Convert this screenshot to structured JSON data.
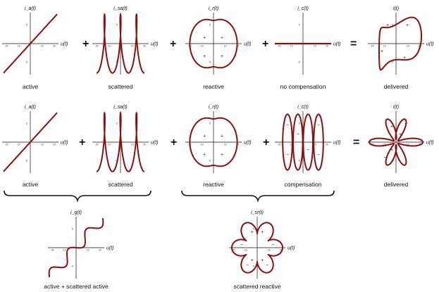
{
  "colors": {
    "curve": "#8b1010",
    "axis": "#111111"
  },
  "row1": {
    "panels": [
      {
        "id": "active",
        "yaxis": "i_a(t)",
        "caption": "active"
      },
      {
        "id": "scattered",
        "yaxis": "i_sa(t)",
        "caption": "scattered"
      },
      {
        "id": "reactive",
        "yaxis": "i_r(t)",
        "caption": "reactive"
      },
      {
        "id": "nocomp",
        "yaxis": "i_c(t)",
        "caption": "no compensation"
      },
      {
        "id": "delivered",
        "yaxis": "i(t)",
        "caption": "delivered"
      }
    ],
    "ops": [
      "+",
      "+",
      "+",
      "="
    ]
  },
  "row2": {
    "panels": [
      {
        "id": "active",
        "yaxis": "i_a(t)",
        "caption": "active"
      },
      {
        "id": "scattered",
        "yaxis": "i_sa(t)",
        "caption": "scattered"
      },
      {
        "id": "reactive",
        "yaxis": "i_r(t)",
        "caption": "reactive"
      },
      {
        "id": "compensation",
        "yaxis": "i_c(t)",
        "caption": "compensation"
      },
      {
        "id": "delivered",
        "yaxis": "i(t)",
        "caption": "delivered"
      }
    ],
    "ops": [
      "+",
      "+",
      "+",
      "="
    ]
  },
  "row3": {
    "panels": [
      {
        "id": "aplussa",
        "yaxis": "i_g(t)",
        "caption": "active + scattered active"
      },
      {
        "id": "sr",
        "yaxis": "i_sr(t)",
        "caption": "scattered reactive"
      }
    ]
  },
  "xaxis_label": "u(t)",
  "ticks": {
    "x": [
      "-20",
      "-10",
      "10",
      "20"
    ],
    "y": [
      "5",
      "-5"
    ]
  }
}
